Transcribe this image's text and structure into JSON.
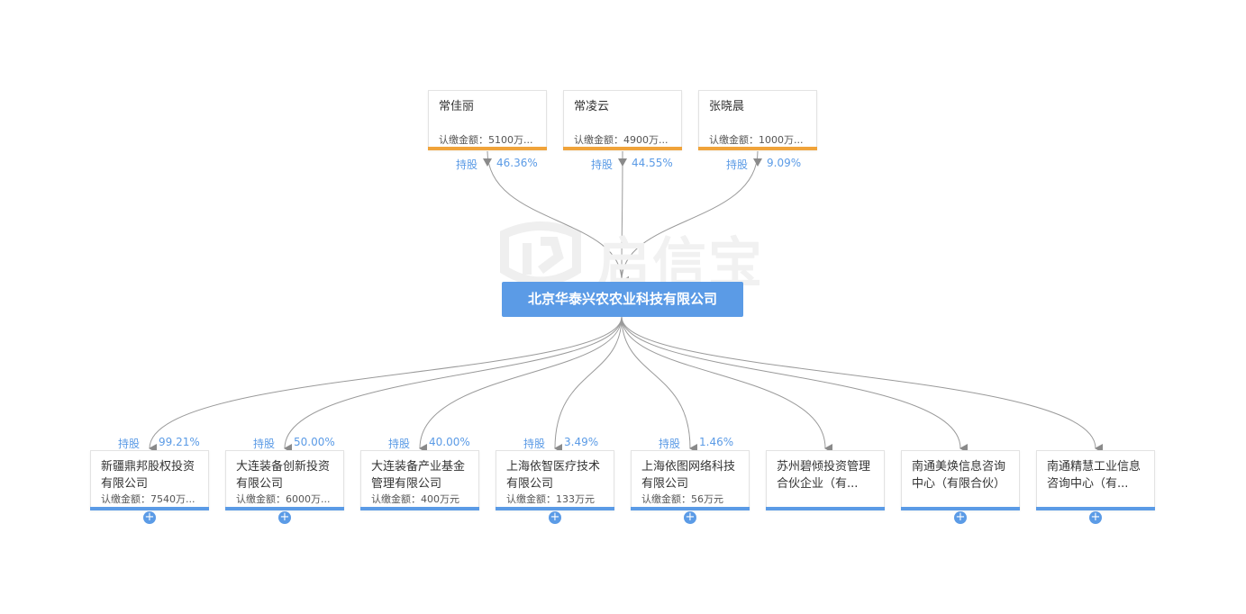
{
  "watermark": {
    "text": "启信宝"
  },
  "company": {
    "name": "北京华泰兴农农业科技有限公司"
  },
  "edge_label": "持股",
  "shareholders": [
    {
      "name": "常佳丽",
      "amount": "认缴金额：5100万...",
      "percent": "46.36%"
    },
    {
      "name": "常凌云",
      "amount": "认缴金额：4900万...",
      "percent": "44.55%"
    },
    {
      "name": "张晓晨",
      "amount": "认缴金额：1000万...",
      "percent": "9.09%"
    }
  ],
  "investments": [
    {
      "name": "新疆鼎邦股权投资有限公司",
      "amount": "认缴金额：7540万...",
      "percent": "99.21%",
      "expandable": true
    },
    {
      "name": "大连装备创新投资有限公司",
      "amount": "认缴金额：6000万...",
      "percent": "50.00%",
      "expandable": true
    },
    {
      "name": "大连装备产业基金管理有限公司",
      "amount": "认缴金额：400万元",
      "percent": "40.00%",
      "expandable": false
    },
    {
      "name": "上海依智医疗技术有限公司",
      "amount": "认缴金额：133万元",
      "percent": "3.49%",
      "expandable": true
    },
    {
      "name": "上海依图网络科技有限公司",
      "amount": "认缴金额：56万元",
      "percent": "1.46%",
      "expandable": true
    },
    {
      "name": "苏州碧倾投资管理合伙企业（有...",
      "amount": "",
      "percent": "",
      "expandable": false
    },
    {
      "name": "南通美焕信息咨询中心（有限合伙）",
      "amount": "",
      "percent": "",
      "expandable": true
    },
    {
      "name": "南通精慧工业信息咨询中心（有...",
      "amount": "",
      "percent": "",
      "expandable": true
    }
  ],
  "icons": {
    "expand": "plus-circle-icon",
    "arrow": "arrow-down-icon"
  },
  "colors": {
    "primary": "#5b9be6",
    "shareholder_bar": "#f0a33a",
    "edge": "#9a9a9a"
  }
}
